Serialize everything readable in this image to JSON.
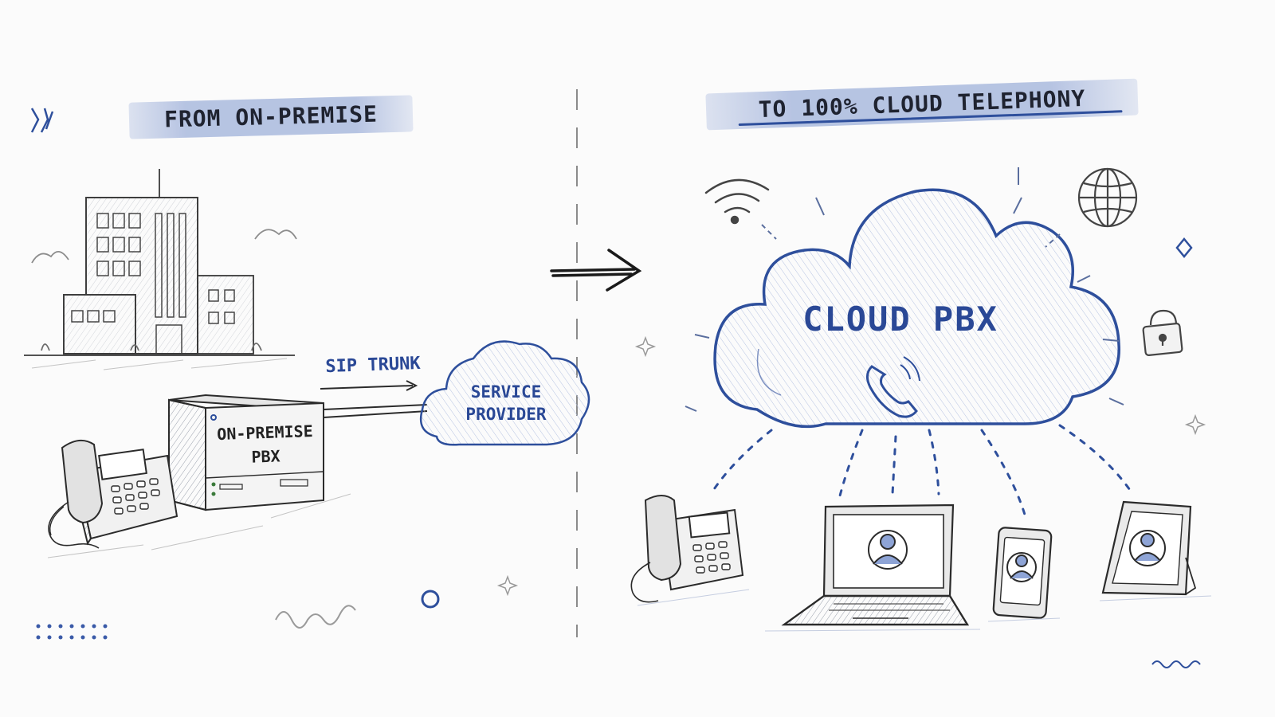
{
  "left": {
    "heading": "FROM ON-PREMISE",
    "sip_trunk_label": "SIP TRUNK",
    "service_provider_label": "SERVICE\nPROVIDER",
    "pbx_label": "ON-PREMISE\nPBX"
  },
  "right": {
    "heading": "TO 100% CLOUD TELEPHONY",
    "cloud_label": "CLOUD PBX"
  },
  "colors": {
    "ink": "#2b2b2b",
    "accent_blue": "#2e4f9c",
    "highlight": "#b9c7e6",
    "background": "#fbfbfb"
  },
  "icons": [
    "building-icon",
    "desk-phone-icon",
    "server-box-icon",
    "cloud-icon",
    "wifi-icon",
    "globe-icon",
    "lock-icon",
    "phone-handset-icon",
    "laptop-icon",
    "smartphone-icon",
    "tablet-icon",
    "user-avatar-icon"
  ]
}
